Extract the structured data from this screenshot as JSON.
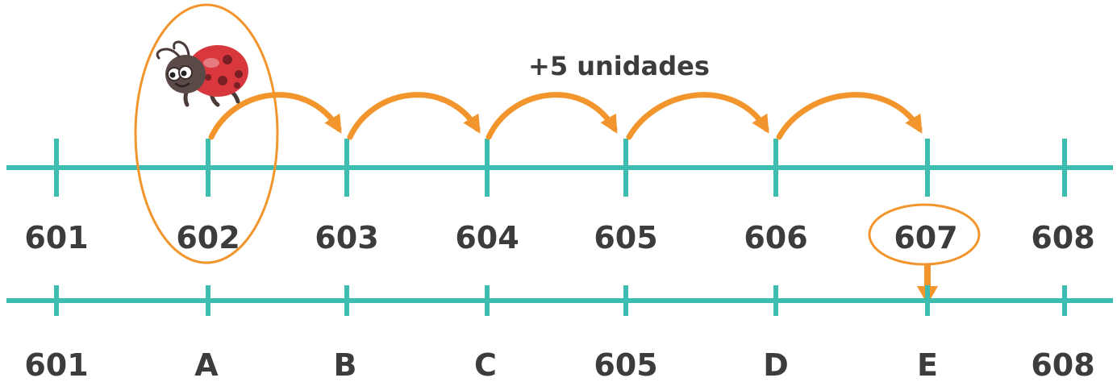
{
  "top_line": {
    "labels": [
      "601",
      "602",
      "603",
      "604",
      "605",
      "606",
      "607",
      "608"
    ]
  },
  "bottom_line": {
    "labels": [
      "601",
      "A",
      "B",
      "C",
      "605",
      "D",
      "E",
      "608"
    ]
  },
  "jump_label": "+5 unidades",
  "start_value": "602",
  "result_value": "607",
  "colors": {
    "line": "#3dbdb0",
    "arrow": "#f3952d",
    "text": "#3c3c3c",
    "ladybug_red": "#d9373e",
    "ladybug_dark": "#5a4a48"
  },
  "icons": {
    "character": "ladybug-icon"
  }
}
